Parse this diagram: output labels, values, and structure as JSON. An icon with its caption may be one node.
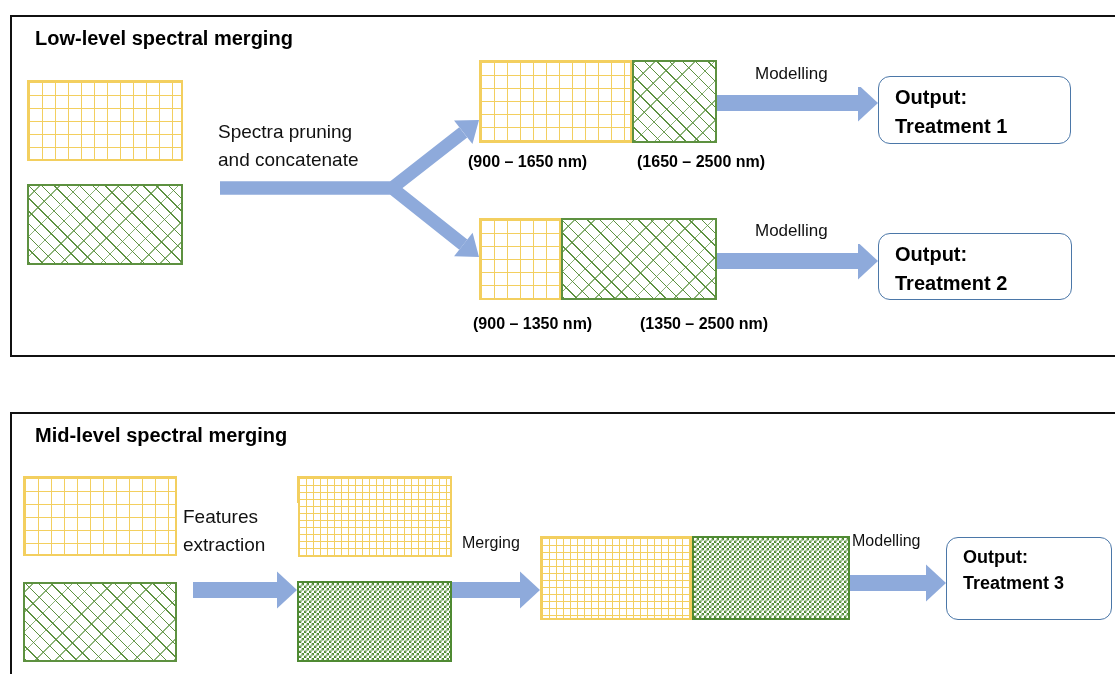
{
  "diagram": {
    "nodes": [
      {
        "text": [
          "Low-level spectral merging"
        ]
      },
      {
        "text": [],
        "shape": "box",
        "in": 0
      },
      {
        "text": [],
        "shape": "box",
        "in": 0
      },
      {
        "text": [],
        "shape": "box",
        "in": 0,
        "beside": [
          "(900 – 1650 nm)"
        ]
      },
      {
        "text": [],
        "shape": "box",
        "in": 0,
        "beside": [
          "(1650 – 2500 nm)"
        ]
      },
      {
        "text": [],
        "shape": "box",
        "in": 0,
        "beside": [
          "(900 – 1350 nm)"
        ]
      },
      {
        "text": [],
        "shape": "box",
        "in": 0,
        "beside": [
          "(1350 – 2500 nm)"
        ]
      },
      {
        "text": [
          "Output: Treatment 1"
        ],
        "in": 0
      },
      {
        "text": [
          "Output: Treatment 2"
        ],
        "in": 0
      },
      {
        "text": [
          "Mid-level spectral merging"
        ]
      },
      {
        "text": [],
        "shape": "box",
        "in": 9
      },
      {
        "text": [],
        "shape": "box",
        "in": 9
      },
      {
        "text": [],
        "shape": "box",
        "in": 9
      },
      {
        "text": [],
        "shape": "box",
        "in": 9
      },
      {
        "text": [],
        "shape": "box",
        "in": 9
      },
      {
        "text": [],
        "shape": "box",
        "in": 9
      },
      {
        "text": [
          "Output: Treatment 3"
        ],
        "in": 9
      }
    ],
    "edges": [
      {
        "from": null,
        "to": 3,
        "arrow": "to",
        "label": "Spectra pruning and concatenate"
      },
      {
        "from": null,
        "to": 5,
        "arrow": "to"
      },
      {
        "from": 4,
        "to": 7,
        "arrow": "to",
        "label": "Modelling"
      },
      {
        "from": 6,
        "to": 8,
        "arrow": "to",
        "label": "Modelling"
      },
      {
        "from": null,
        "to": 13,
        "arrow": "to",
        "label": "Features extraction"
      },
      {
        "from": 13,
        "to": 14,
        "arrow": "to",
        "label": "Merging"
      },
      {
        "from": 15,
        "to": 16,
        "arrow": "to",
        "label": "Modelling"
      }
    ]
  }
}
